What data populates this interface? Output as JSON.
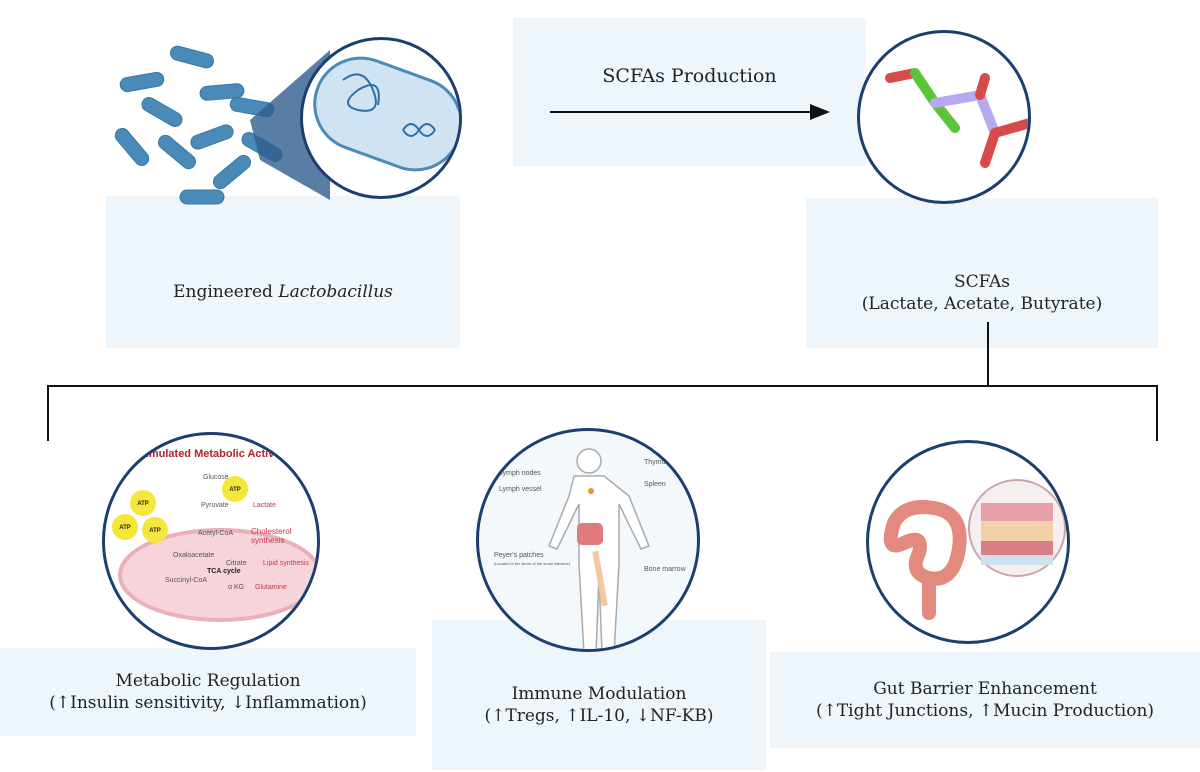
{
  "top": {
    "bacteria_label_prefix": "Engineered ",
    "bacteria_label_italic": "Lactobacillus",
    "process_label": "SCFAs Production",
    "scfa_title": "SCFAs",
    "scfa_list": "(Lactate, Acetate, Butyrate)"
  },
  "effects": [
    {
      "title": "Metabolic Regulation",
      "detail": "(↑Insulin sensitivity, ↓Inflammation)"
    },
    {
      "title": "Immune Modulation",
      "detail": "(↑Tregs, ↑IL-10, ↓NF-KB)"
    },
    {
      "title": "Gut Barrier Enhancement",
      "detail": "(↑Tight Junctions, ↑Mucin Production)"
    }
  ],
  "metabolic_figure": {
    "title": "Stimulated Metabolic Activity",
    "atp": "ATP",
    "nodes": [
      "Glucose",
      "Pyruvate",
      "Acetyl-CoA",
      "Citrate",
      "α KG",
      "Succinyl-CoA",
      "Oxaloacetate",
      "TCA cycle"
    ],
    "outputs": [
      "Lactate",
      "Cholesterol synthesis",
      "Lipid synthesis",
      "Glutamine"
    ]
  },
  "immune_figure": {
    "labels": [
      "Lymph nodes",
      "Lymph vessel",
      "Peyer's patches",
      "Thymus",
      "Spleen",
      "Bone marrow"
    ],
    "peyer_note": "(Located in the ileum of the small intestine)"
  },
  "colors": {
    "box_bg": "#eef5fb",
    "circle_border": "#1b3f6e",
    "bacteria": "#4a8ab8",
    "title_red": "#b5222d"
  }
}
